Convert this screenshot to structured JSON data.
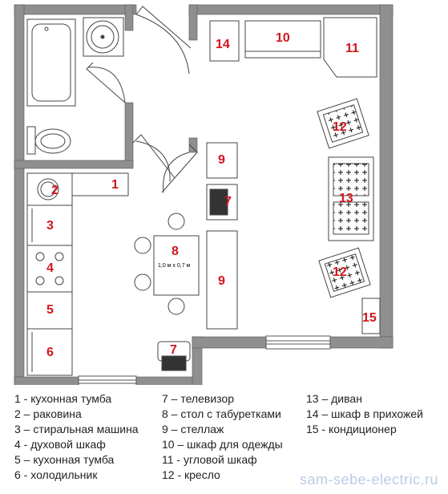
{
  "labels": {
    "kitchen_tumba_1": "1",
    "sink": "2",
    "washer": "3",
    "oven": "4",
    "kitchen_tumba_5": "5",
    "fridge": "6",
    "tv_top": "7",
    "tv_bottom": "7",
    "table": "8",
    "table_size": "1,0 м х 0,7 м",
    "shelf_top": "9",
    "shelf_bottom": "9",
    "wardrobe": "10",
    "corner_wardrobe": "11",
    "armchair_top": "12",
    "armchair_bottom": "12",
    "sofa": "13",
    "hall_wardrobe": "14",
    "air_conditioner": "15"
  },
  "legend": {
    "col1": [
      "1 - кухонная тумба",
      "2 – раковина",
      "3 – стиральная машина",
      "4 - духовой шкаф",
      "5 – кухонная тумба",
      "6 - холодильник"
    ],
    "col2": [
      "7 – телевизор",
      "8 – стол с табуретками",
      "9 – стеллаж",
      "10 – шкаф для одежды",
      "11 - угловой шкаф",
      "12 - кресло"
    ],
    "col3": [
      "13 – диван",
      "14 – шкаф в прихожей",
      "15 - кондиционер"
    ]
  },
  "watermark": "sam-sebe-electric.ru",
  "colors": {
    "wall": "#8f8f8f",
    "label": "#d0161c",
    "watermark": "#b9cde8",
    "furniture_line": "#444444"
  }
}
